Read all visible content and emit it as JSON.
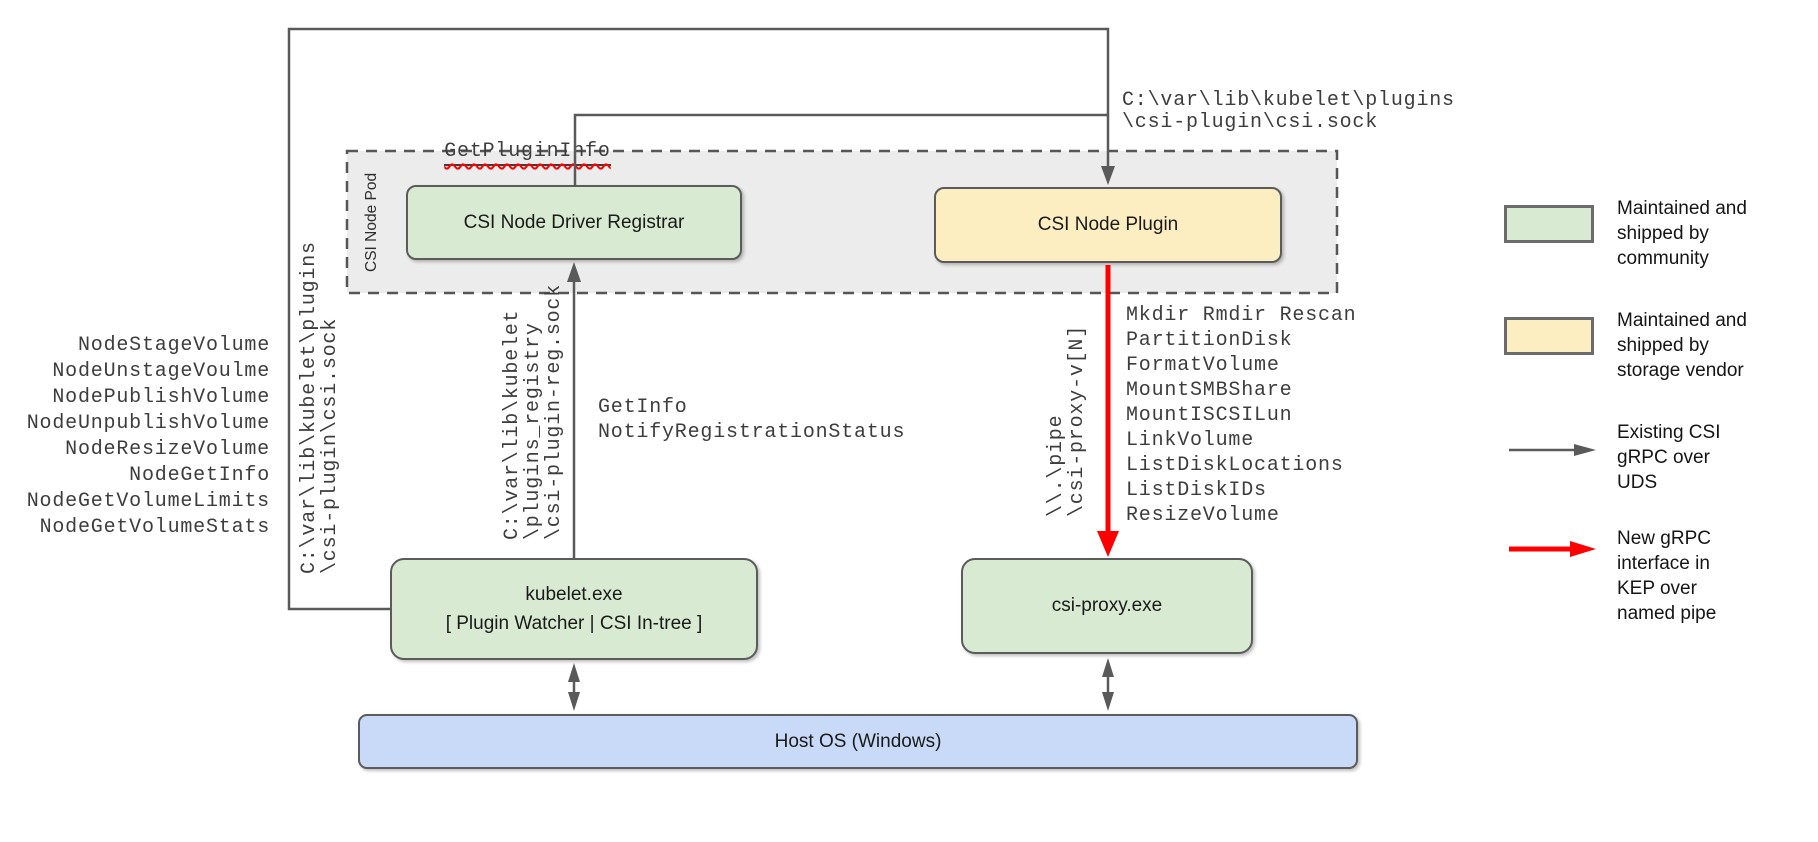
{
  "colors": {
    "green": "#d9ead3",
    "yellow": "#fdeec2",
    "blue": "#c9daf8",
    "pod": "#ececec",
    "line": "#5a5a5a",
    "red": "#fe0000",
    "mono": "#3d3d3d",
    "ink": "#1a1a1a"
  },
  "pod": {
    "label": "CSI Node Pod"
  },
  "boxes": {
    "registrar": "CSI Node Driver Registrar",
    "plugin": "CSI Node Plugin",
    "kubelet": [
      "kubelet.exe",
      "[ Plugin Watcher | CSI In-tree ]"
    ],
    "csi_proxy": "csi-proxy.exe",
    "host_os": "Host OS (Windows)"
  },
  "annotations": {
    "get_plugin_info": "GetPluginInfo",
    "csi_sock_path": [
      "C:\\var\\lib\\kubelet\\plugins",
      "\\csi-plugin\\csi.sock"
    ],
    "registry_sock_path": [
      "C:\\var\\lib\\kubelet",
      "\\plugins_registry",
      "\\csi-plugin-reg.sock"
    ],
    "pipe_path": [
      "\\\\.\\pipe",
      "\\csi-proxy-v[N]"
    ],
    "node_csi_calls": [
      "NodeStageVolume",
      "NodeUnstageVoulme",
      "NodePublishVolume",
      "NodeUnpublishVolume",
      "NodeResizeVolume",
      "NodeGetInfo",
      "NodeGetVolumeLimits",
      "NodeGetVolumeStats"
    ],
    "registration_calls": [
      "GetInfo",
      "NotifyRegistrationStatus"
    ],
    "proxy_calls": [
      "Mkdir Rmdir Rescan",
      "PartitionDisk",
      "FormatVolume",
      "MountSMBShare",
      "MountISCSILun",
      "LinkVolume",
      "ListDiskLocations",
      "ListDiskIDs",
      "ResizeVolume"
    ]
  },
  "legend": {
    "community": [
      "Maintained and",
      "shipped by",
      "community"
    ],
    "vendor": [
      "Maintained and",
      "shipped by",
      "storage vendor"
    ],
    "uds": [
      "Existing CSI",
      "gRPC over",
      "UDS"
    ],
    "pipe": [
      "New gRPC",
      "interface in",
      "KEP over",
      "named pipe"
    ]
  }
}
